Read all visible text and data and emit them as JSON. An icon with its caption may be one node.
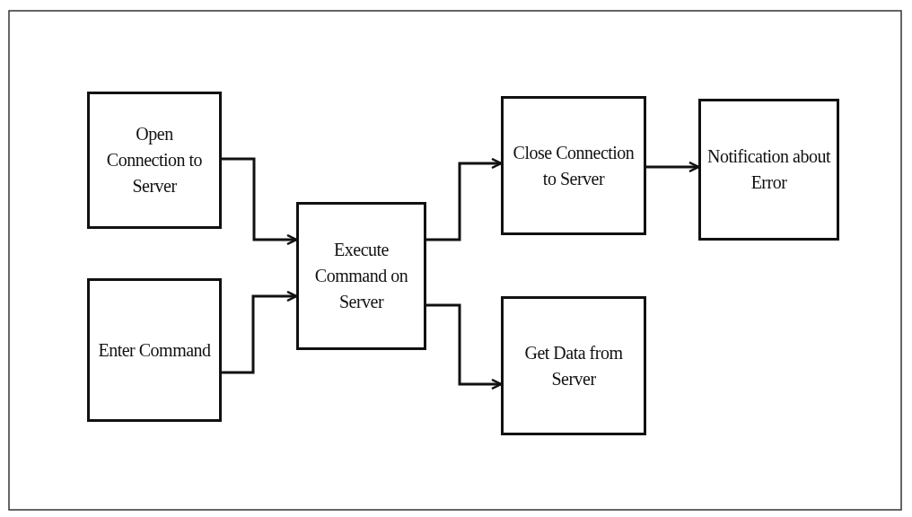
{
  "diagram": {
    "nodes": [
      {
        "text": [
          "Open Connection to Server"
        ]
      },
      {
        "text": [
          "Enter Command"
        ]
      },
      {
        "text": [
          "Execute Command on Server"
        ]
      },
      {
        "text": [
          "Close Connection to Server"
        ]
      },
      {
        "text": [
          "Notification about Error"
        ]
      },
      {
        "text": [
          "Get Data from Server"
        ]
      }
    ],
    "edges": [
      {
        "from": 0,
        "to": 2,
        "arrow": "to"
      },
      {
        "from": 1,
        "to": 2,
        "arrow": "to"
      },
      {
        "from": 2,
        "to": 3,
        "arrow": "to"
      },
      {
        "from": 3,
        "to": 4,
        "arrow": "to"
      },
      {
        "from": 2,
        "to": 5,
        "arrow": "to"
      }
    ]
  }
}
